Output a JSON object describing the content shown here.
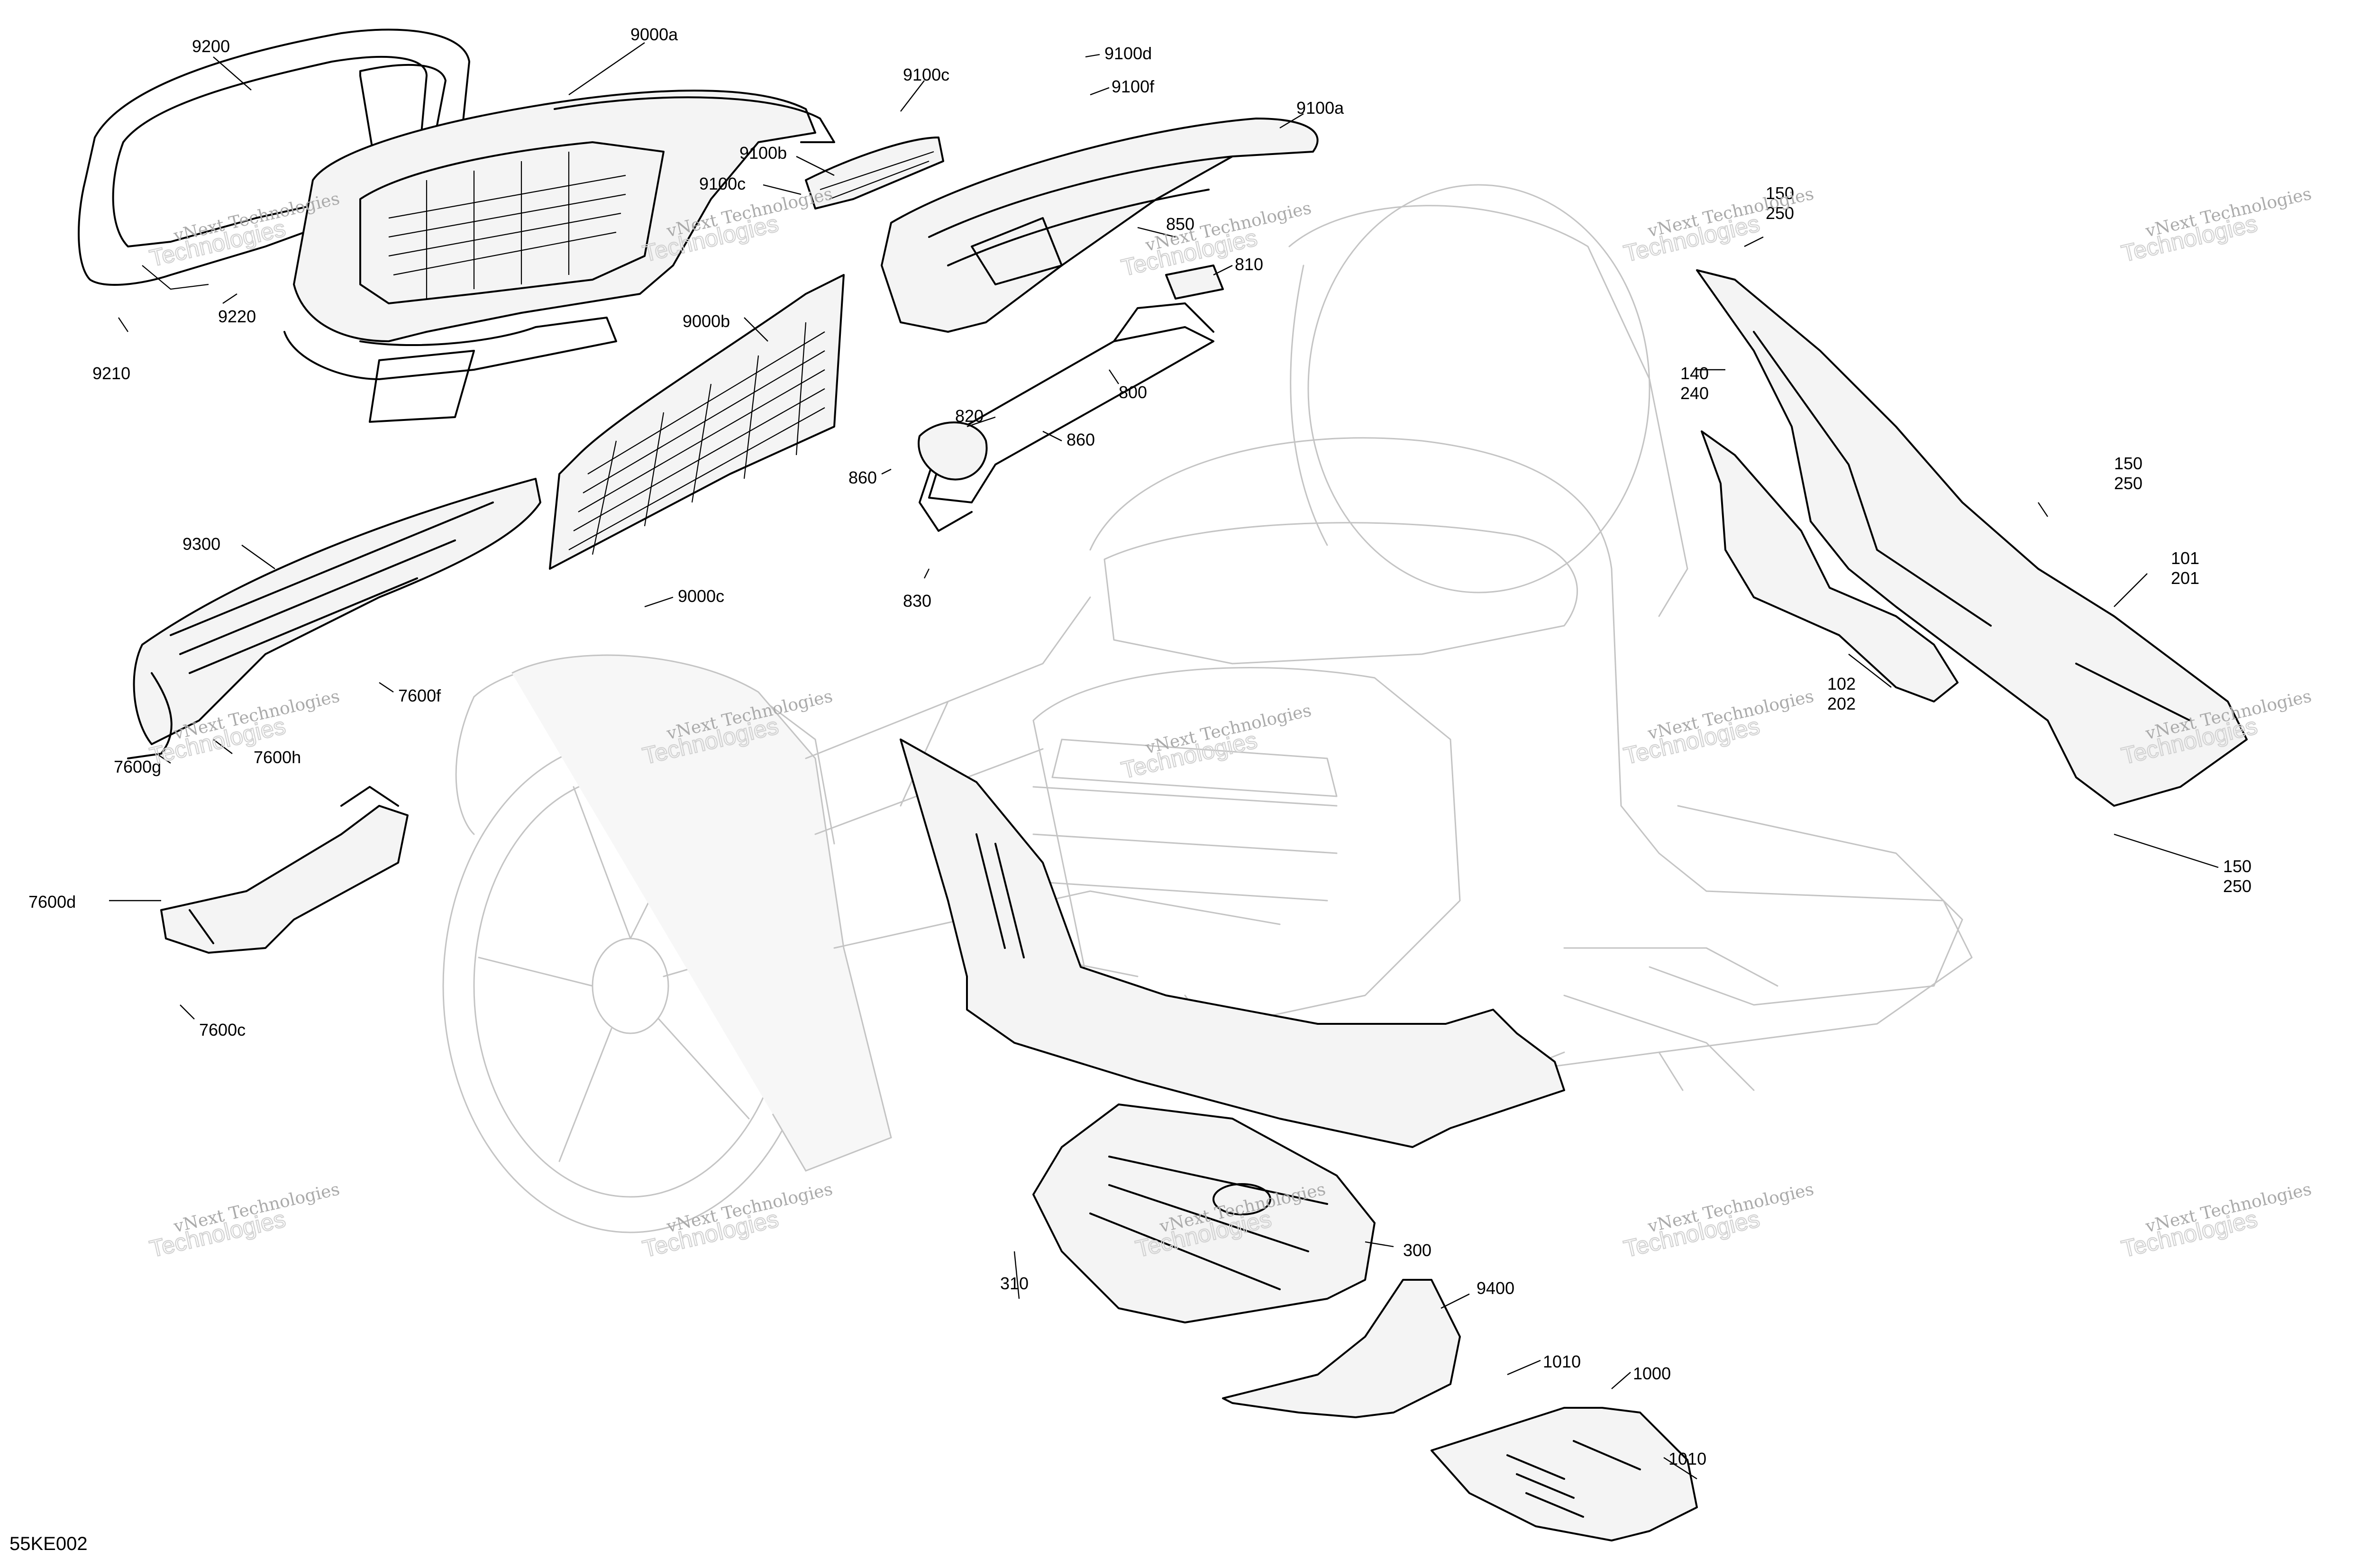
{
  "diagram_code": "55KE002",
  "watermark": {
    "line1": "vNext Technologies",
    "line2": "Technologies"
  },
  "callouts": [
    {
      "id": "c9200",
      "text": "9200"
    },
    {
      "id": "c9000a",
      "text": "9000a"
    },
    {
      "id": "c9100d",
      "text": "9100d"
    },
    {
      "id": "c9100f",
      "text": "9100f"
    },
    {
      "id": "c9100c1",
      "text": "9100c"
    },
    {
      "id": "c9100a",
      "text": "9100a"
    },
    {
      "id": "c9100b",
      "text": "9100b"
    },
    {
      "id": "c9100c2",
      "text": "9100c"
    },
    {
      "id": "c850",
      "text": "850"
    },
    {
      "id": "c810",
      "text": "810"
    },
    {
      "id": "c150a",
      "text": "150"
    },
    {
      "id": "c250a",
      "text": "250"
    },
    {
      "id": "c9220",
      "text": "9220"
    },
    {
      "id": "c9210",
      "text": "9210"
    },
    {
      "id": "c9000b",
      "text": "9000b"
    },
    {
      "id": "c800",
      "text": "800"
    },
    {
      "id": "c820",
      "text": "820"
    },
    {
      "id": "c140",
      "text": "140"
    },
    {
      "id": "c240",
      "text": "240"
    },
    {
      "id": "c860a",
      "text": "860"
    },
    {
      "id": "c860b",
      "text": "860"
    },
    {
      "id": "c150b",
      "text": "150"
    },
    {
      "id": "c250b",
      "text": "250"
    },
    {
      "id": "c9300",
      "text": "9300"
    },
    {
      "id": "c830",
      "text": "830"
    },
    {
      "id": "c9000c",
      "text": "9000c"
    },
    {
      "id": "c101",
      "text": "101"
    },
    {
      "id": "c201",
      "text": "201"
    },
    {
      "id": "c7600f",
      "text": "7600f"
    },
    {
      "id": "c102",
      "text": "102"
    },
    {
      "id": "c202",
      "text": "202"
    },
    {
      "id": "c7600g",
      "text": "7600g"
    },
    {
      "id": "c7600h",
      "text": "7600h"
    },
    {
      "id": "c150c",
      "text": "150"
    },
    {
      "id": "c250c",
      "text": "250"
    },
    {
      "id": "c7600d",
      "text": "7600d"
    },
    {
      "id": "c7600c",
      "text": "7600c"
    },
    {
      "id": "c300",
      "text": "300"
    },
    {
      "id": "c310",
      "text": "310"
    },
    {
      "id": "c9400",
      "text": "9400"
    },
    {
      "id": "c1010a",
      "text": "1010"
    },
    {
      "id": "c1000",
      "text": "1000"
    },
    {
      "id": "c1010b",
      "text": "1010"
    }
  ]
}
